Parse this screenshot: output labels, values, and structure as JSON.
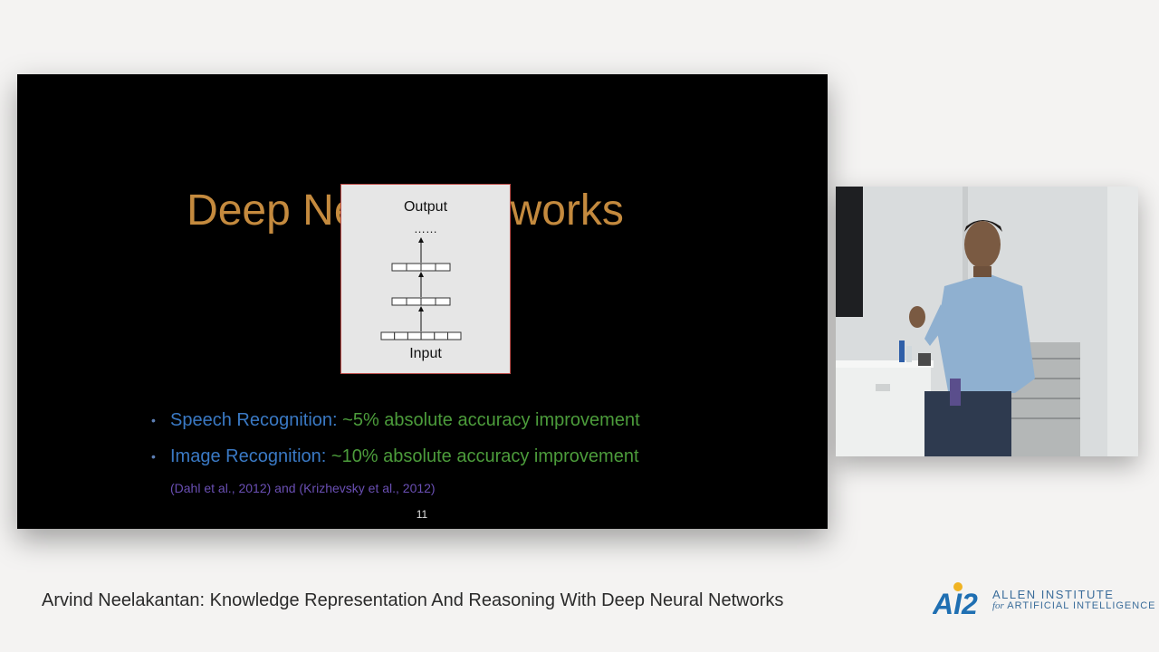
{
  "slide": {
    "title": "Deep Neural Networks",
    "diagram": {
      "output_label": "Output",
      "ellipsis": "……",
      "input_label": "Input"
    },
    "bullets": [
      {
        "term": "Speech Recognition:",
        "description": " ~5% absolute accuracy improvement"
      },
      {
        "term": "Image Recognition:",
        "description": " ~10% absolute accuracy improvement"
      }
    ],
    "citation": "(Dahl et al., 2012) and (Krizhevsky et al., 2012)",
    "page_number": "11",
    "colors": {
      "title": "#c48a3e",
      "term": "#3a79c4",
      "description": "#4c9c3b",
      "citation": "#6a4fb4"
    }
  },
  "footer": {
    "talk_title": "Arvind Neelakantan: Knowledge Representation And Reasoning With Deep Neural Networks"
  },
  "logo": {
    "mark": "AI2",
    "line1": "ALLEN INSTITUTE",
    "line2_prefix": "for",
    "line2": "ARTIFICIAL INTELLIGENCE"
  }
}
